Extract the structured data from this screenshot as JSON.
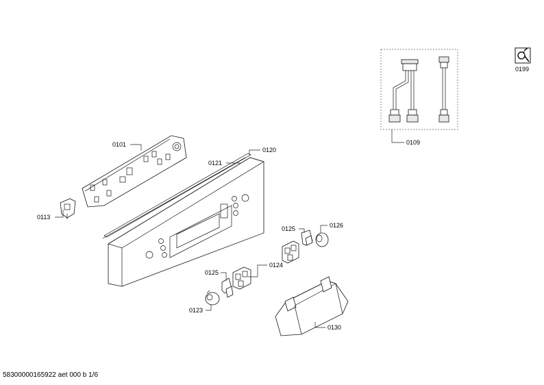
{
  "diagram": {
    "part_labels": {
      "p0101": "0101",
      "p0113": "0113",
      "p0120": "0120",
      "p0121": "0121",
      "p0125a": "0125",
      "p0126": "0126",
      "p0124": "0124",
      "p0125b": "0125",
      "p0123": "0123",
      "p0130": "0130",
      "p0109": "0109",
      "p0199": "0199"
    }
  },
  "footer": {
    "document_id": "58300000165922 aet 000 b 1/6"
  }
}
